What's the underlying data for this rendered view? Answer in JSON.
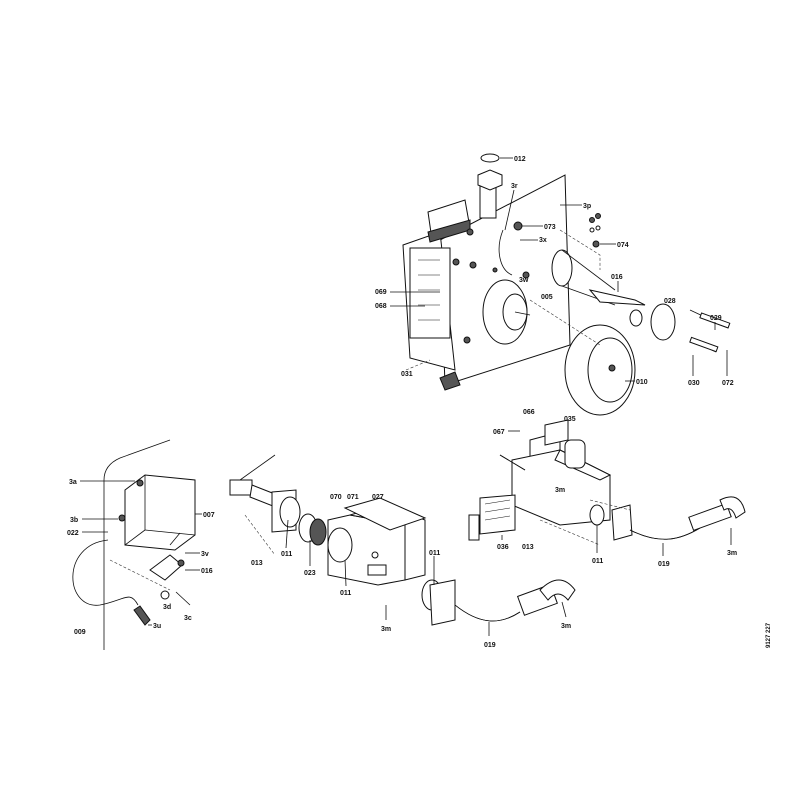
{
  "drawing_code": "9127 227",
  "labels": {
    "p012": "012",
    "p3r": "3r",
    "p3p": "3p",
    "p073": "073",
    "p3x": "3x",
    "p074": "074",
    "p3w": "3w",
    "p016a": "016",
    "p005": "005",
    "p069": "069",
    "p068": "068",
    "p028": "028",
    "p029": "029",
    "p031": "031",
    "p030": "030",
    "p072": "072",
    "p010": "010",
    "p3a": "3a",
    "p3b": "3b",
    "p007": "007",
    "p022": "022",
    "p3v": "3v",
    "p016b": "016",
    "p3d": "3d",
    "p3c": "3c",
    "p009": "009",
    "p3u": "3u",
    "p013a": "013",
    "p011a": "011",
    "p023": "023",
    "p070": "070",
    "p071": "071",
    "p027": "027",
    "p011b": "011",
    "p011c": "011",
    "p3ma": "3m",
    "p019a": "019",
    "p3mb": "3m",
    "p066": "066",
    "p035": "035",
    "p067": "067",
    "p3mc": "3m",
    "p036": "036",
    "p013b": "013",
    "p011d": "011",
    "p019b": "019",
    "p3md": "3m"
  }
}
